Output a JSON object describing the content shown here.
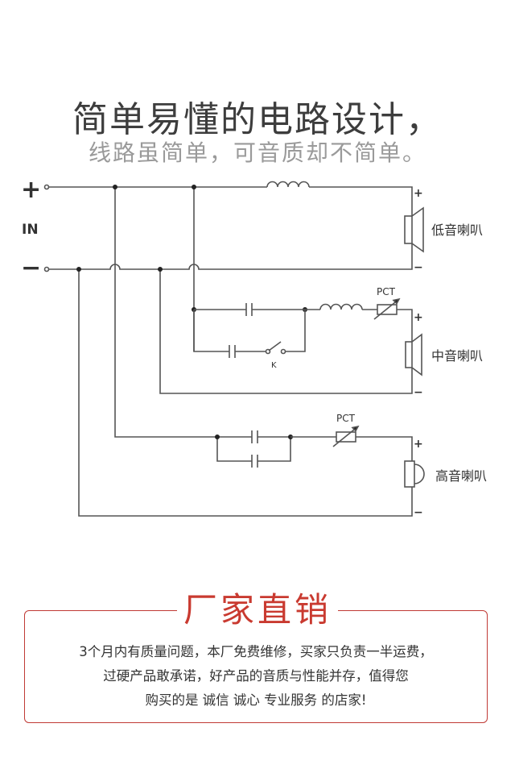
{
  "header": {
    "title": "简单易懂的电路设计，",
    "subtitle": "线路虽简单，可音质却不简单。"
  },
  "diagram": {
    "plus_symbol": "+",
    "minus_symbol": "−",
    "input_label": "IN",
    "pct_label": "PCT",
    "switch_label": "K",
    "plus_terminal": "+",
    "minus_terminal": "−",
    "woofer_label": "低音喇叭",
    "midrange_label": "中音喇叭",
    "tweeter_label": "高音喇叭"
  },
  "promo": {
    "title": "厂家直销",
    "lines": [
      "3个月内有质量问题，本厂免费维修，买家只负责一半运费，",
      "过硬产品敢承诺，好产品的音质与性能并存，值得您",
      "购买的是 诚信 诚心 专业服务 的店家!"
    ]
  },
  "colors": {
    "line": "#555555",
    "title_text": "#3d3d3d",
    "subtitle_text": "#9a9a9a",
    "accent": "#c93a30"
  }
}
